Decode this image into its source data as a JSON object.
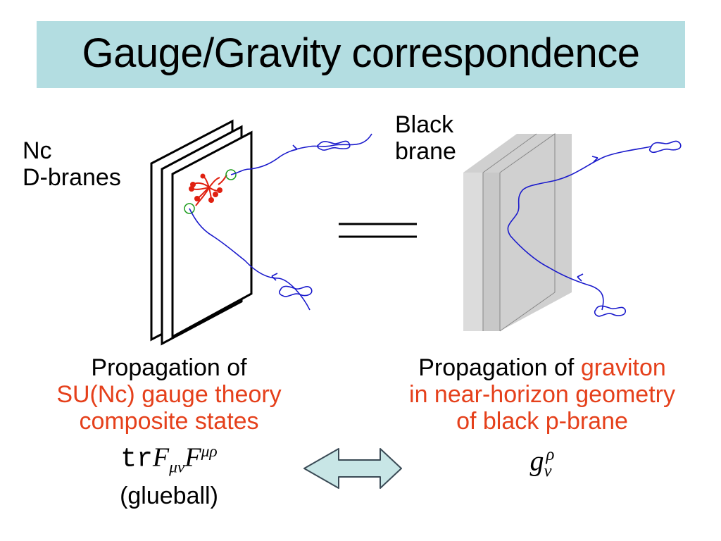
{
  "title": "Gauge/Gravity correspondence",
  "left_label": {
    "line1": "Nc",
    "line2": "D-branes"
  },
  "right_label": {
    "line1": "Black",
    "line2": "brane"
  },
  "left_caption": {
    "line1": "Propagation of",
    "line2": "SU(Nc) gauge theory",
    "line3": "composite states",
    "formula_prefix": "tr",
    "formula_F1": "F",
    "formula_F1_sub": "μν",
    "formula_F2": "F",
    "formula_F2_sup": "μρ",
    "line5": "(glueball)"
  },
  "right_caption": {
    "line1_prefix": "Propagation of ",
    "line1_highlight": "graviton",
    "line2": "in near-horizon geometry",
    "line3": "of black p-brane",
    "formula_g": "g",
    "formula_sub": "ν",
    "formula_sup": "ρ"
  },
  "colors": {
    "title_bg": "#b3dde1",
    "highlight_red": "#e5401b",
    "string_blue": "#1a1acc",
    "arrow_fill": "#c8e6e6"
  }
}
